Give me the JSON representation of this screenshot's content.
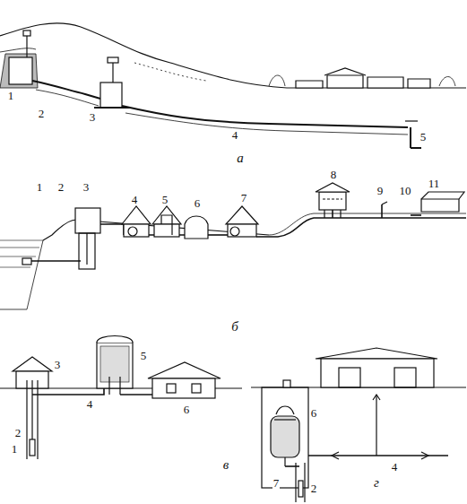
{
  "diagram": {
    "labels": [
      "1",
      "2",
      "3",
      "4",
      "5",
      "а",
      "1",
      "2",
      "3",
      "4",
      "5",
      "6",
      "7",
      "8",
      "9",
      "10",
      "11",
      "б",
      "1",
      "2",
      "3",
      "4",
      "5",
      "6",
      "в",
      "6",
      "7",
      "2",
      "4",
      "г"
    ]
  }
}
